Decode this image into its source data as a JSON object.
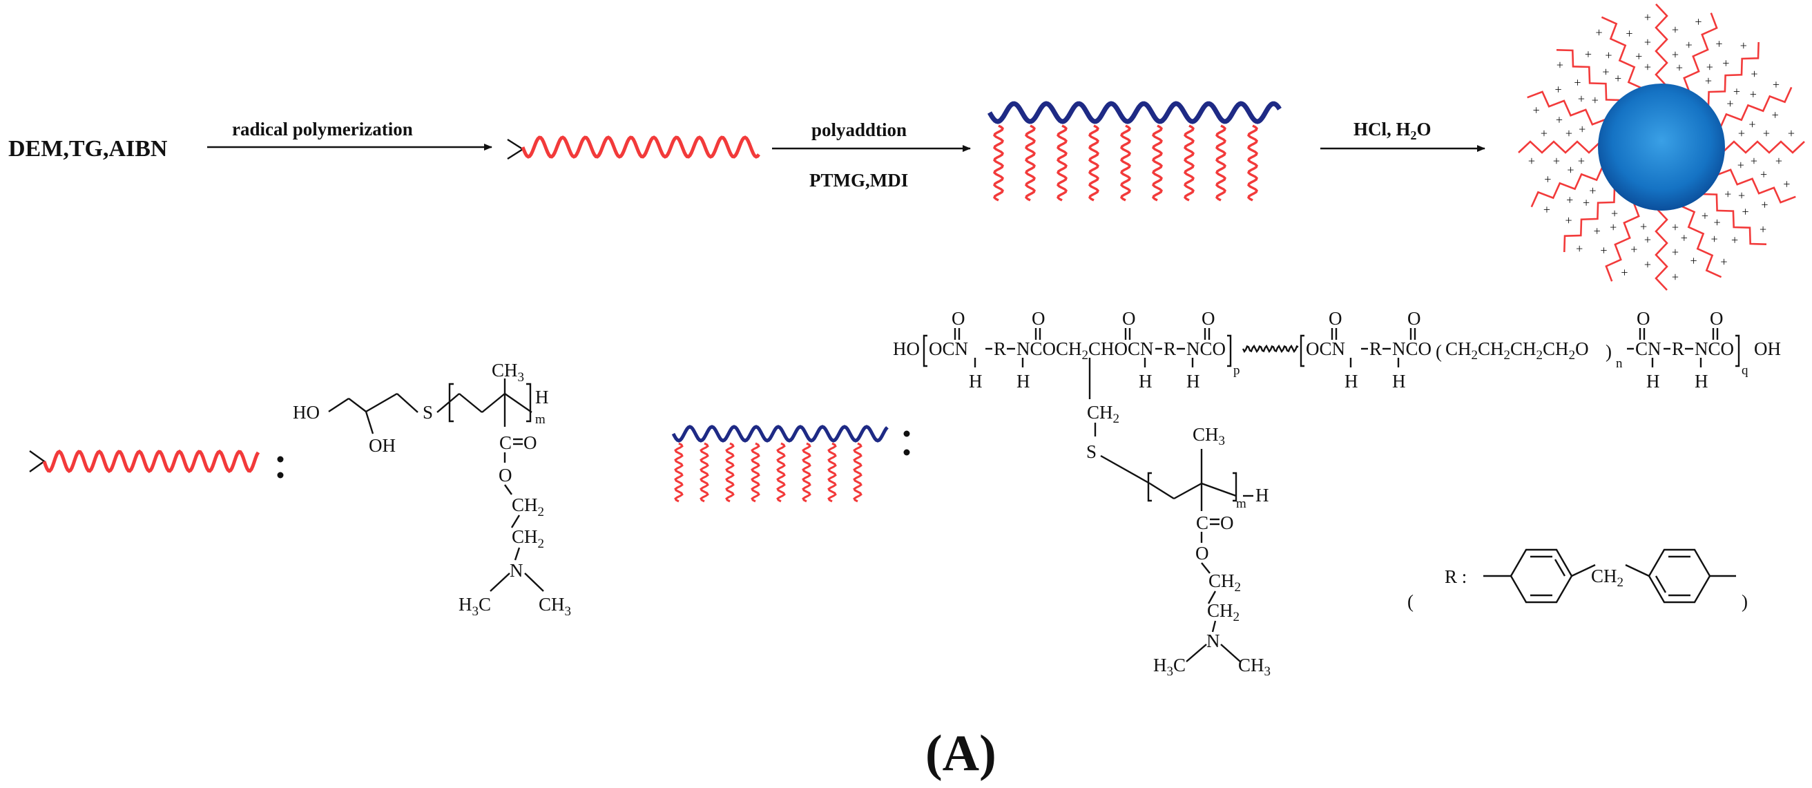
{
  "steps": {
    "reagents": "DEM,TG,AIBN",
    "step1_above": "radical polymerization",
    "step2_above": "polyaddtion",
    "step2_below": "PTMG,MDI",
    "step3_above": "HCl, H",
    "step3_above_sub": "2",
    "step3_above_tail": "O"
  },
  "panel_label": "(A)",
  "colors": {
    "red_chain": "#f23a3a",
    "blue_backbone": "#1e2a85",
    "sphere_center": "#3aa0e6",
    "sphere_edge": "#0b4f9c",
    "ink": "#111111"
  },
  "charge_symbol": "+",
  "structure1": {
    "HO": "HO",
    "OH": "OH",
    "S": "S",
    "CH": "CH",
    "three": "3",
    "H": "H",
    "m": "m",
    "C": "C",
    "eqO": "O",
    "O": "O",
    "two": "2",
    "N": "N",
    "H3C": "H",
    "methyl_right": "CH"
  },
  "structure2": {
    "HO": "HO",
    "OCN1": "OCN",
    "R": "R",
    "NCOCH2CHOCN": "NCOCH",
    "CHOCN": "CHOCN",
    "NCO": "NCO",
    "p": "p",
    "OCN2": "OCN",
    "NCO_2": "NCO",
    "ptmg": "CH",
    "ptmg_tail": "CH",
    "n": "n",
    "CN": "CN",
    "NCO_3": "NCO",
    "q": "q",
    "OH": "OH",
    "O": "O",
    "H": "H",
    "CH2": "CH",
    "S": "S",
    "CH3": "CH",
    "m": "m",
    "C": "C",
    "N": "N",
    "two": "2",
    "three": "3"
  },
  "r_group": {
    "label": "R :",
    "CH2": "CH",
    "two": "2"
  }
}
